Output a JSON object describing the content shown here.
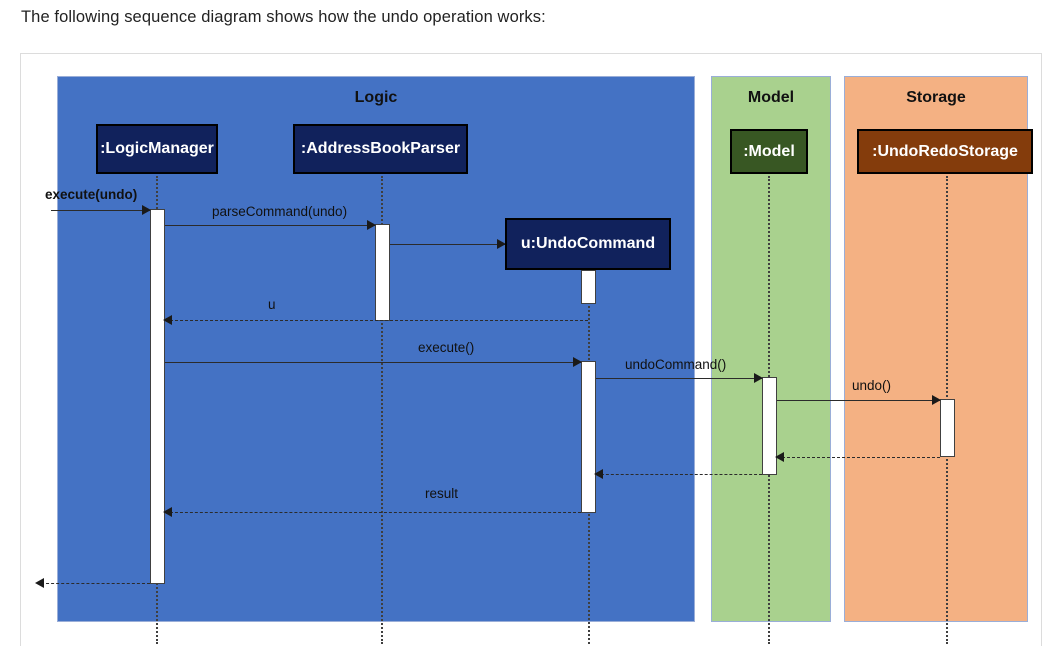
{
  "intro": {
    "text": "The following sequence diagram shows how the undo operation works:"
  },
  "diagram": {
    "type": "uml-sequence-diagram",
    "partitions": [
      {
        "name": "Logic",
        "title": "Logic",
        "fill": "#4472c4",
        "border": "#8faadc"
      },
      {
        "name": "Model",
        "title": "Model",
        "fill": "#a9d18e",
        "border": "#8faadc"
      },
      {
        "name": "Storage",
        "title": "Storage",
        "fill": "#f4b183",
        "border": "#8faadc"
      }
    ],
    "participants": [
      {
        "id": "logicmanager",
        "label": ":LogicManager",
        "partition": "Logic",
        "fill": "#11225c"
      },
      {
        "id": "addressbookparser",
        "label": ":AddressBookParser",
        "partition": "Logic",
        "fill": "#11225c"
      },
      {
        "id": "undocommand",
        "label": "u:UndoCommand",
        "partition": "Logic",
        "fill": "#11225c"
      },
      {
        "id": "model",
        "label": ":Model",
        "partition": "Model",
        "fill": "#385723"
      },
      {
        "id": "undoredostorage",
        "label": ":UndoRedoStorage",
        "partition": "Storage",
        "fill": "#843c0c"
      }
    ],
    "messages": [
      {
        "label": "execute(undo)",
        "from": "actor",
        "to": "logicmanager",
        "kind": "call"
      },
      {
        "label": "parseCommand(undo)",
        "from": "logicmanager",
        "to": "addressbookparser",
        "kind": "call"
      },
      {
        "label": "",
        "from": "addressbookparser",
        "to": "undocommand",
        "kind": "create"
      },
      {
        "label": "u",
        "from": "addressbookparser",
        "to": "logicmanager",
        "kind": "return"
      },
      {
        "label": "execute()",
        "from": "logicmanager",
        "to": "undocommand",
        "kind": "call"
      },
      {
        "label": "undoCommand()",
        "from": "undocommand",
        "to": "model",
        "kind": "call"
      },
      {
        "label": "undo()",
        "from": "model",
        "to": "undoredostorage",
        "kind": "call"
      },
      {
        "label": "",
        "from": "undoredostorage",
        "to": "model",
        "kind": "return"
      },
      {
        "label": "",
        "from": "model",
        "to": "undocommand",
        "kind": "return"
      },
      {
        "label": "result",
        "from": "undocommand",
        "to": "logicmanager",
        "kind": "return"
      },
      {
        "label": "",
        "from": "logicmanager",
        "to": "actor",
        "kind": "return"
      }
    ]
  }
}
